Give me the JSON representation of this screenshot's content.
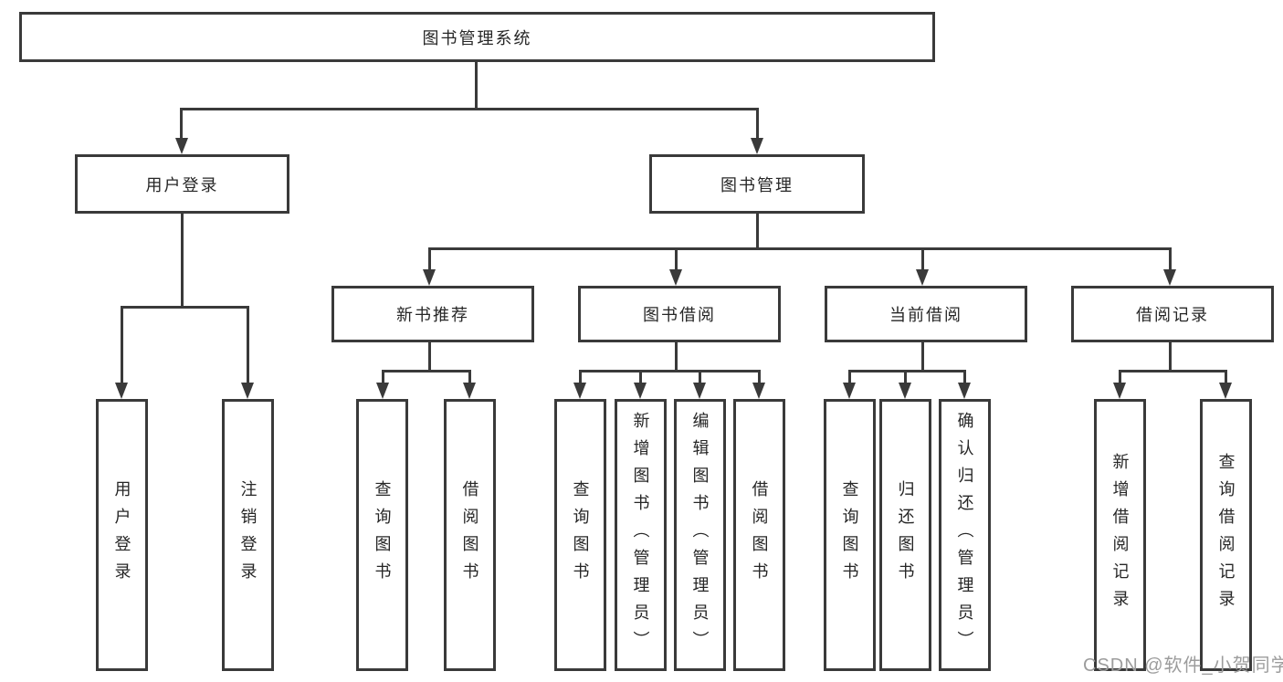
{
  "page": {
    "background": "#ffffff"
  },
  "diagram": {
    "type": "tree",
    "colors": {
      "line": "#3a3a3a",
      "box_border": "#3a3a3a",
      "text": "#262626",
      "watermark": "#9c9c9c"
    },
    "root": {
      "label": "图书管理系统"
    },
    "level2": [
      {
        "label": "用户登录"
      },
      {
        "label": "图书管理"
      }
    ],
    "level3": [
      {
        "label": "新书推荐"
      },
      {
        "label": "图书借阅"
      },
      {
        "label": "当前借阅"
      },
      {
        "label": "借阅记录"
      }
    ],
    "leaves": [
      {
        "label": "用户登录"
      },
      {
        "label": "注销登录"
      },
      {
        "label": "查询图书"
      },
      {
        "label": "借阅图书"
      },
      {
        "label": "查询图书"
      },
      {
        "label": "新增图书（管理员）"
      },
      {
        "label": "编辑图书（管理员）"
      },
      {
        "label": "借阅图书"
      },
      {
        "label": "查询图书"
      },
      {
        "label": "归还图书"
      },
      {
        "label": "确认归还（管理员）"
      },
      {
        "label": "新增借阅记录"
      },
      {
        "label": "查询借阅记录"
      }
    ]
  },
  "watermark": {
    "text": "CSDN @软件_小贺同学"
  }
}
